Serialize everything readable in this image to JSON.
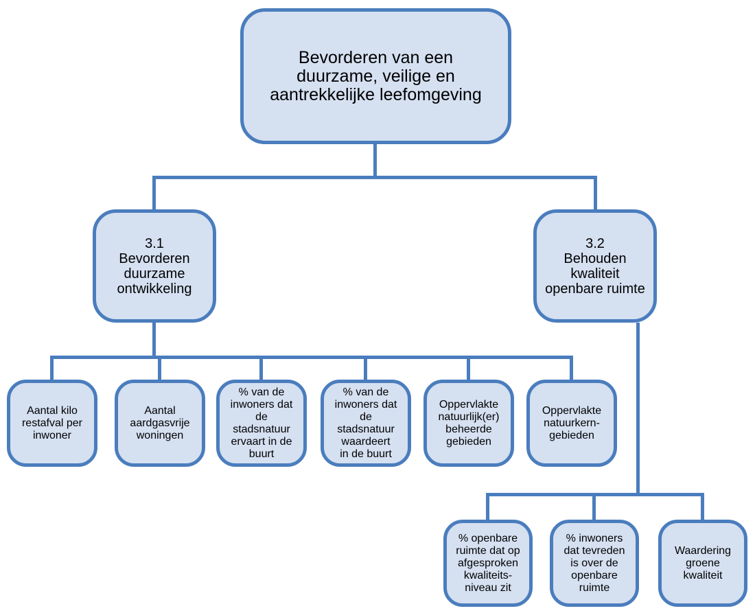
{
  "diagram": {
    "colors": {
      "box_fill": "#d5e0f1",
      "box_border": "#4a7dbd",
      "connector": "#4a7dbd",
      "text": "#000000",
      "background": "#ffffff"
    },
    "root": {
      "label": "Bevorderen van een\nduurzame, veilige en\naantrekkelijke leefomgeving"
    },
    "branches": [
      {
        "id": "3.1",
        "label": "3.1\nBevorderen\nduurzame\nontwikkeling",
        "children": [
          {
            "label": "Aantal kilo\nrestafval per\ninwoner"
          },
          {
            "label": "Aantal\naardgasvrije\nwoningen"
          },
          {
            "label": "% van de\ninwoners dat\nde\nstadsnatuur\nervaart in de\nbuurt"
          },
          {
            "label": "% van de\ninwoners dat\nde\nstadsnatuur\nwaardeert\nin de buurt"
          },
          {
            "label": "Oppervlakte\nnatuurlijk(er)\nbeheerde\ngebieden"
          },
          {
            "label": "Oppervlakte\nnatuurkern-\ngebieden"
          }
        ]
      },
      {
        "id": "3.2",
        "label": "3.2\nBehouden\nkwaliteit\nopenbare ruimte",
        "children": [
          {
            "label": "% openbare\nruimte dat op\nafgesproken\nkwaliteits-\nniveau zit"
          },
          {
            "label": "% inwoners\ndat tevreden\nis over de\nopenbare\nruimte"
          },
          {
            "label": "Waardering\ngroene\nkwaliteit"
          }
        ]
      }
    ]
  }
}
